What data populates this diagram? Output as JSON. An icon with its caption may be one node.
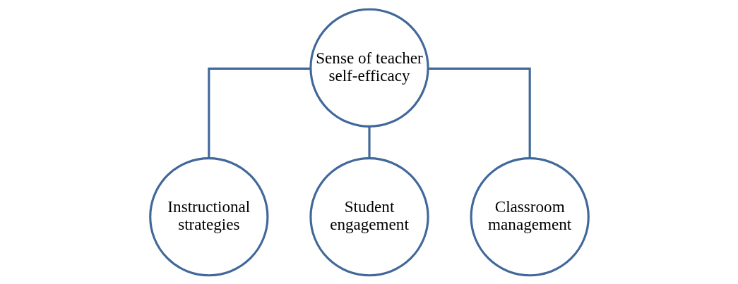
{
  "diagram": {
    "nodes": [
      {
        "text": [
          "Sense of teacher self-efficacy"
        ]
      },
      {
        "text": [
          "Instructional strategies"
        ]
      },
      {
        "text": [
          "Student engagement"
        ]
      },
      {
        "text": [
          "Classroom management"
        ]
      }
    ],
    "edges": [
      {
        "from": 0,
        "to": 1,
        "arrow": "none"
      },
      {
        "from": 0,
        "to": 2,
        "arrow": "none"
      },
      {
        "from": 0,
        "to": 3,
        "arrow": "none"
      }
    ]
  }
}
